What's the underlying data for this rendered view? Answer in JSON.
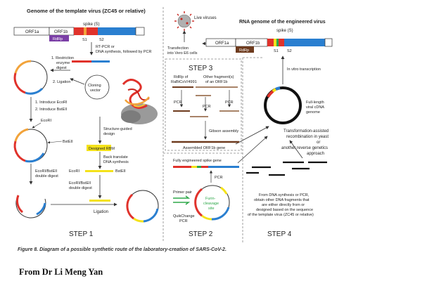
{
  "left": {
    "title": "Genome of the template virus (ZC45 or relative)",
    "orf1a": "ORF1a",
    "orf1b": "ORF1b",
    "rdrp": "RdRp",
    "spike": "spike (S)",
    "s1": "S1",
    "s2": "S2",
    "rtpcr_line1": "RT-PCR or",
    "rtpcr_line2": "DNA synthesis, followed by PCR",
    "restriction_line1": "1. Restriction",
    "restriction_line2": "enzyme",
    "restriction_line3": "digest",
    "ligation_step": "2. Ligation",
    "cloning_line1": "Cloning",
    "cloning_line2": "vector",
    "introduce1": "1. Introduce EcoRI",
    "introduce2": "2. Introduce BstEII",
    "ecori": "EcoRI",
    "bsteii": "BstEII",
    "double_digest_line1": "EcoRI/BstEII",
    "double_digest_line2": "double digest",
    "structure_line1": "Structure-guided",
    "structure_line2": "design",
    "designed_rbm": "Designed RBM",
    "back_translate_line1": "Back translate",
    "back_translate_line2": "DNA synthesis",
    "double_digest2_line1": "EcoRI/BstEII",
    "double_digest2_line2": "double digest",
    "ligation": "Ligation",
    "step1": "STEP 1"
  },
  "right": {
    "live_viruses": "Live viruses",
    "transfection_line1": "Transfection",
    "transfection_line2": "into Vero E6 cells",
    "title": "RNA genome of the engineered virus",
    "spike": "spike (S)",
    "orf1a": "ORF1a",
    "orf1b": "ORF1b",
    "rdrp": "RdRp",
    "s1": "S1",
    "s2": "S2",
    "in_vitro": "In vitro transcription",
    "fulllength_line1": "Full-length",
    "fulllength_line2": "viral cDNA",
    "fulllength_line3": "genome",
    "transformation_line1": "Transformation-assisted",
    "transformation_line2": "recombination in yeast",
    "transformation_line3": "or",
    "transformation_line4": "another reverse genetics",
    "transformation_line5": "approach",
    "dna_line1": "From DNA synthesis or PCR,",
    "dna_line2": "obtain other DNA fragments that",
    "dna_line3": "are either directly from or",
    "dna_line4": "designed based on the sequence",
    "dna_line5": "of the template virus (ZC45 or relative)",
    "step4": "STEP 4"
  },
  "step3": {
    "label": "STEP 3",
    "rdrp_line1": "RdRp of",
    "rdrp_line2": "RaBtCoV/4991",
    "other_line1": "Other fragment(s)",
    "other_line2": "of an ORF1b",
    "pcr1": "PCR",
    "pcr2": "PCR",
    "pcr3": "PCR",
    "gibson": "Gibson assembly",
    "assembled": "Assembled ORF1b gene"
  },
  "step2": {
    "label": "STEP 2",
    "fully": "Fully engineered spike gene",
    "pcr": "PCR",
    "primer": "Primer pair",
    "furin_line1": "Furin-",
    "furin_line2": "cleavage",
    "furin_line3": "site",
    "quikchange_line1": "QuikChange",
    "quikchange_line2": "PCR"
  },
  "caption": "Figure 8. Diagram of a possible synthetic route of the laboratory-creation of SARS-CoV-2.",
  "credit": "From Dr Li Meng Yan",
  "colors": {
    "red": "#e0322b",
    "blue": "#2a7fd0",
    "yellow": "#f4e21a",
    "orange": "#f2a33a",
    "purple": "#7b3fa6",
    "brown": "#6e3b1e",
    "green": "#2ea84a",
    "dark": "#222222",
    "dash": "#888888"
  }
}
